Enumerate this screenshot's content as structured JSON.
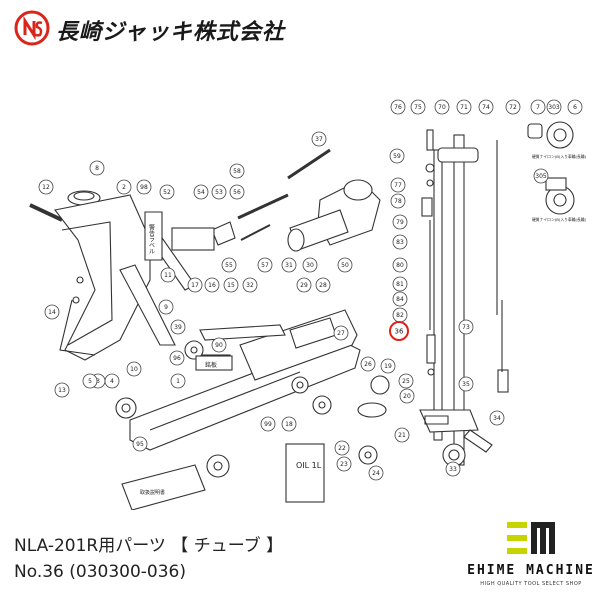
{
  "header": {
    "company_name": "長崎ジャッキ株式会社",
    "logo_icon": "nagasaki-ns-logo-icon",
    "logo_color": "#d9261c"
  },
  "caption": {
    "line1": "NLA-201R用パーツ 【 チューブ 】",
    "line2": "No.36 (030300-036)"
  },
  "diagram": {
    "highlight_color": "#e0201a",
    "highlighted_part": "36",
    "part_numbers": [
      "76",
      "75",
      "70",
      "71",
      "74",
      "72",
      "7",
      "303",
      "6",
      "59",
      "77",
      "78",
      "79",
      "83",
      "80",
      "81",
      "84",
      "82",
      "73",
      "35",
      "34",
      "33",
      "37",
      "58",
      "54",
      "53",
      "56",
      "55",
      "57",
      "50",
      "8",
      "12",
      "2",
      "98",
      "52",
      "9",
      "13",
      "10",
      "11",
      "14",
      "31",
      "30",
      "29",
      "28",
      "27",
      "17",
      "15",
      "16",
      "32",
      "39",
      "96",
      "90",
      "26",
      "19",
      "25",
      "18",
      "20",
      "21",
      "22",
      "23",
      "24",
      "3",
      "4",
      "5",
      "1",
      "99",
      "95",
      "36",
      "305"
    ],
    "labels": {
      "label_stamp": "警告ラベル",
      "plate": "銘板",
      "oil_can": "OIL 1L",
      "manual": "取扱説明書",
      "caster_note_1": "硬質ナイロン(B)入り車輪(長輪)",
      "caster_note_2": "硬質ナイロン(B)入り車輪(長輪)"
    }
  },
  "brand": {
    "name": "EHIME MACHINE",
    "tagline": "HIGH QUALITY TOOL SELECT SHOP",
    "mark_icon": "em-logo-icon",
    "mark_color": "#c8d400"
  }
}
